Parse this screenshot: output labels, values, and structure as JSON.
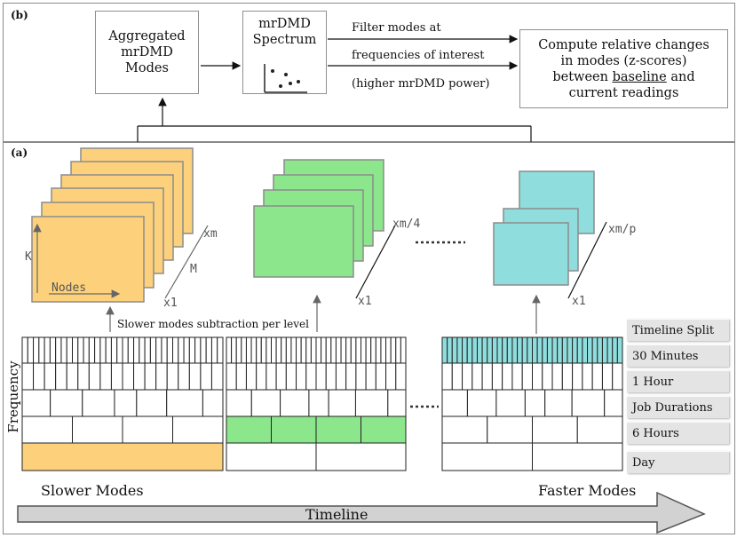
{
  "panel_b": {
    "tag": "(b)",
    "aggregated_box": "Aggregated\nmrDMD\nModes",
    "spectrum_box": "mrDMD\nSpectrum",
    "filter_line1": "Filter modes at",
    "filter_line2": "frequencies of interest",
    "filter_line3": "(higher mrDMD power)",
    "compute_box_pre": "Compute relative changes\nin modes (z-scores)\nbetween ",
    "compute_box_underlined": "baseline",
    "compute_box_post": " and\ncurrent readings"
  },
  "panel_a": {
    "tag": "(a)",
    "axis_k": "K",
    "axis_nodes": "Nodes",
    "axis_m": "M",
    "label_xm": "xm",
    "label_x1": "x1",
    "label_xm4": "xm/4",
    "label_xmp": "xm/p",
    "subtraction_note": "Slower modes subtraction per level",
    "frequency_label": "Frequency",
    "slower_modes": "Slower Modes",
    "faster_modes": "Faster Modes",
    "timeline": "Timeline"
  },
  "legend": {
    "title": "Timeline Split",
    "items": [
      "30 Minutes",
      "1 Hour",
      "Job Durations",
      "6 Hours",
      "Day"
    ]
  },
  "colors": {
    "orange": "#fdd17c",
    "green": "#8ce68c",
    "cyan": "#8fdddd",
    "arrow_fill": "#d2d2d2"
  }
}
